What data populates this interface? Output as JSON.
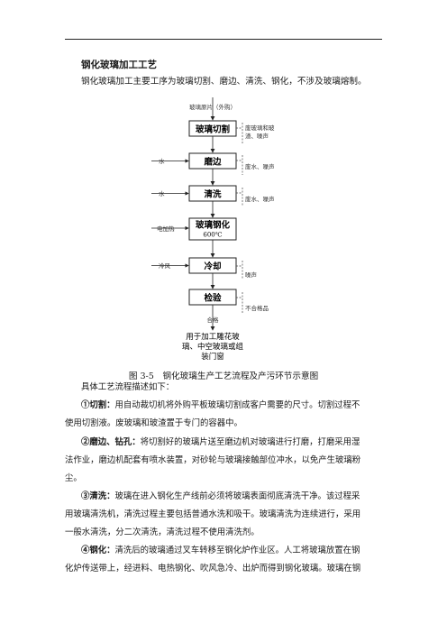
{
  "section": {
    "heading": "钢化玻璃加工工艺",
    "intro": "钢化玻璃加工主要工序为玻璃切割、磨边、清洗、钢化，不涉及玻璃熔制。"
  },
  "flowchart": {
    "top_input": "玻璃原片（外购）",
    "steps": [
      {
        "label": "玻璃切割",
        "sublabel": ""
      },
      {
        "label": "磨边",
        "sublabel": ""
      },
      {
        "label": "清洗",
        "sublabel": ""
      },
      {
        "label": "玻璃钢化",
        "sublabel": "600℃"
      },
      {
        "label": "冷却",
        "sublabel": ""
      },
      {
        "label": "检验",
        "sublabel": ""
      }
    ],
    "inputs": [
      "水",
      "水",
      "电加热",
      "冷风"
    ],
    "outputs": [
      [
        "废玻璃和玻",
        "渣、噪声"
      ],
      [
        "废水、噪声"
      ],
      [
        "废水、噪声"
      ],
      [
        "噪声"
      ],
      [
        "不合格品"
      ]
    ],
    "pass_label": "合格",
    "final_lines": [
      "用于加工雕花玻",
      "璃、中空玻璃或组",
      "装门窗"
    ]
  },
  "caption": "图 3-5　钢化玻璃生产工艺流程及产污环节示意图",
  "body": {
    "lead": "具体工艺流程描述如下：",
    "items": [
      {
        "title": "①切割：",
        "lines": [
          "用自动裁切机将外购平板玻璃切割成客户需要的尺寸。切割过程不",
          "使用切割液。废玻璃和玻渣置于专门的容器中。"
        ]
      },
      {
        "title": "②磨边、钻孔：",
        "lines": [
          "将切割好的玻璃片送至磨边机对玻璃进行打磨，打磨采用湿",
          "法作业，磨边机配套有喷水装置，对砂轮与玻璃接触部位冲水，以免产生玻璃粉",
          "尘。"
        ]
      },
      {
        "title": "③清洗：",
        "lines": [
          "玻璃在进入钢化生产线前必须将玻璃表面彻底清洗干净。该过程采",
          "用玻璃清洗机，清洗过程主要包括普通水洗和吸干。玻璃清洗为连续进行，采用",
          "一般水清洗，分二次清洗，清洗过程不使用清洗剂。"
        ]
      },
      {
        "title": "④钢化：",
        "lines": [
          "清洗后的玻璃通过叉车转移至钢化炉作业区。人工将玻璃放置在钢",
          "化炉传送带上，经进料、电热钢化、吹风急冷、出炉而得到钢化玻璃。玻璃在钢"
        ]
      }
    ]
  },
  "colors": {
    "text": "#1a1a1a",
    "rule": "#222222"
  }
}
